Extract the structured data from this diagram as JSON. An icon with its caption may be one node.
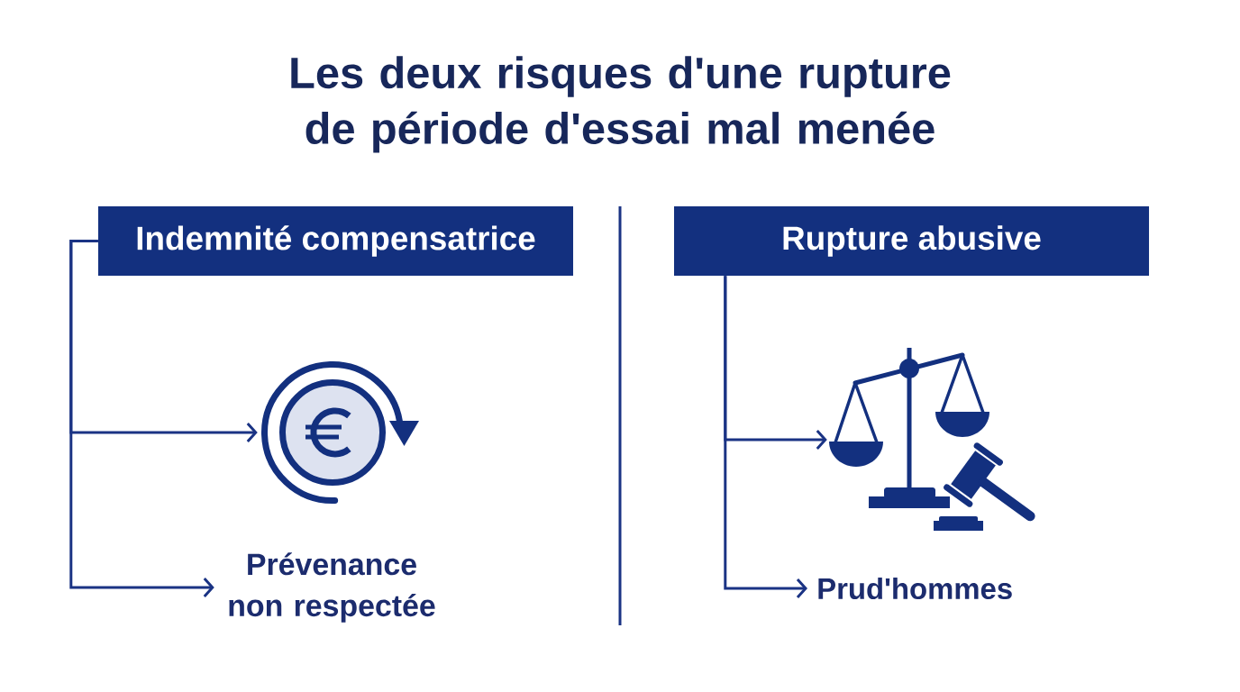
{
  "diagram": {
    "title": "Les deux risques d'une rupture de période d'essai mal menée",
    "nodes": [
      {
        "text": [
          "Indemnité compensatrice"
        ]
      },
      {
        "text": [],
        "shape": "picture"
      },
      {
        "text": [
          "Prévenance non respectée"
        ]
      },
      {
        "text": [
          "Rupture abusive"
        ]
      },
      {
        "text": [],
        "shape": "picture"
      },
      {
        "text": [
          "Prud'hommes"
        ]
      }
    ],
    "edges": [
      {
        "from": 0,
        "to": 1,
        "arrow": "to"
      },
      {
        "from": 0,
        "to": 2,
        "arrow": "to"
      },
      {
        "from": 3,
        "to": 4,
        "arrow": "to"
      },
      {
        "from": 3,
        "to": 5,
        "arrow": "to"
      }
    ]
  }
}
